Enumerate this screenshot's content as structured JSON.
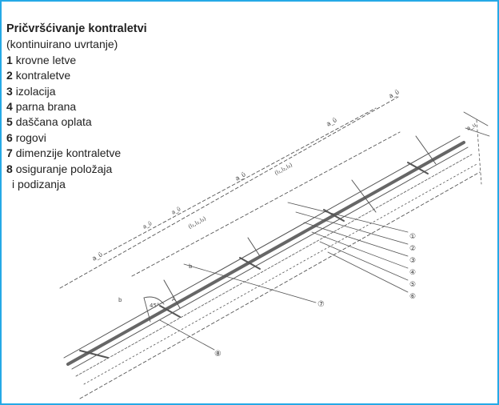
{
  "title": "Pričvršćivanje kontraletvi",
  "subtitle": "(kontinuirano uvrtanje)",
  "legend": [
    {
      "num": "1",
      "text": "krovne letve"
    },
    {
      "num": "2",
      "text": "kontraletve"
    },
    {
      "num": "3",
      "text": "izolacija"
    },
    {
      "num": "4",
      "text": "parna brana"
    },
    {
      "num": "5",
      "text": "daščana oplata"
    },
    {
      "num": "6",
      "text": "rogovi"
    },
    {
      "num": "7",
      "text": "dimenzije kontraletve"
    },
    {
      "num": "8",
      "text": "osiguranje položaja",
      "continuation": "i podizanja"
    }
  ],
  "dimensions": {
    "top_span": "a_ϋ",
    "right_span": "a_ϋ",
    "middle_span": "a_ϋ",
    "left_span": "a_ϋ",
    "top_sub": "a_u",
    "sub_a1": "a_ϋ",
    "sub_a2": "a_ϋ",
    "group_top": "(l₁,l₂,l₃)",
    "group_mid": "(l₁,l₂,l₃)",
    "b1": "b",
    "b2": "b",
    "angle": "45°",
    "angle_small": "A",
    "stack_labels": [
      "①",
      "②",
      "③",
      "④",
      "⑤",
      "⑥"
    ],
    "label_7": "⑦",
    "label_8": "⑧"
  },
  "colors": {
    "frame": "#25a9e6",
    "text": "#222222",
    "line": "#555555"
  }
}
